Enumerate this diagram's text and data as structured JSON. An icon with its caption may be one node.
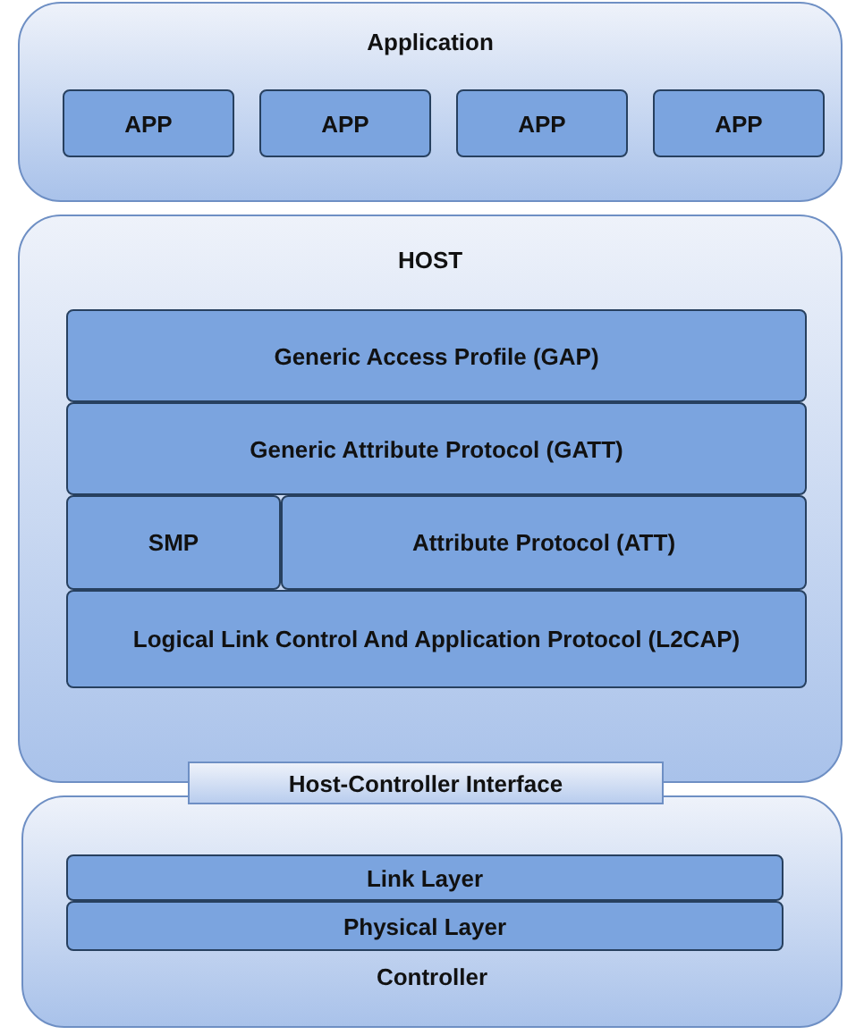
{
  "diagram": {
    "nodes": [
      {
        "text": [
          "Application"
        ]
      },
      {
        "text": [
          "APP"
        ],
        "in": 0
      },
      {
        "text": [
          "APP"
        ],
        "in": 0
      },
      {
        "text": [
          "APP"
        ],
        "in": 0
      },
      {
        "text": [
          "APP"
        ],
        "in": 0
      },
      {
        "text": [
          "HOST"
        ]
      },
      {
        "text": [
          "Generic Access Profile (GAP)"
        ],
        "in": 5
      },
      {
        "text": [
          "Generic Attribute Protocol (GATT)"
        ],
        "in": 5
      },
      {
        "text": [
          "SMP"
        ],
        "in": 5
      },
      {
        "text": [
          "Attribute Protocol (ATT)"
        ],
        "in": 5
      },
      {
        "text": [
          "Logical Link Control And Application Protocol (L2CAP)"
        ],
        "in": 5
      },
      {
        "text": [
          "Host-Controller Interface"
        ]
      },
      {
        "text": [
          "Controller"
        ]
      },
      {
        "text": [
          "Link Layer"
        ],
        "in": 12
      },
      {
        "text": [
          "Physical Layer"
        ],
        "in": 12
      }
    ],
    "edges": []
  }
}
